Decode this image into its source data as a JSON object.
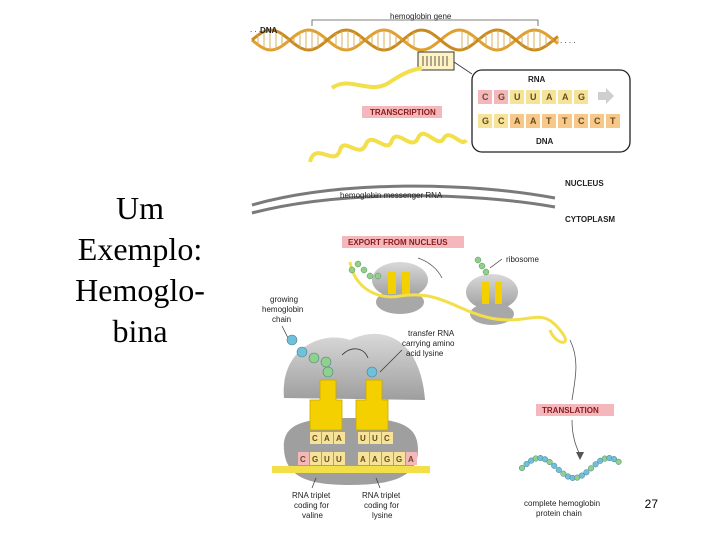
{
  "slide": {
    "title": "Um\nExemplo:\nHemoglo-\nbina",
    "page_number": "27"
  },
  "figure": {
    "labels": {
      "dna": "DNA",
      "hemoglobin_gene": "hemoglobin gene",
      "rna": "RNA",
      "dna_inset": "DNA",
      "transcription": "TRANSCRIPTION",
      "nucleus": "NUCLEUS",
      "cytoplasm": "CYTOPLASM",
      "messenger_rna": "hemoglobin messenger RNA",
      "export": "EXPORT FROM NUCLEUS",
      "ribosome": "ribosome",
      "growing_chain": [
        "growing",
        "hemoglobin",
        "chain"
      ],
      "transfer_rna": [
        "transfer RNA",
        "carrying amino",
        "acid lysine"
      ],
      "translation": "TRANSLATION",
      "triplet_valine": [
        "RNA triplet",
        "coding for",
        "valine"
      ],
      "triplet_lysine": [
        "RNA triplet",
        "coding for",
        "lysine"
      ],
      "complete_chain": [
        "complete hemoglobin",
        "protein chain"
      ]
    },
    "inset_rna_bases": [
      "C",
      "G",
      "U",
      "U",
      "A",
      "A",
      "G"
    ],
    "inset_dna_bases": [
      "G",
      "C",
      "A",
      "A",
      "T",
      "T",
      "C",
      "C",
      "T"
    ],
    "anticodons": [
      "C",
      "A",
      "A",
      "U",
      "U",
      "C"
    ],
    "mrna_codons": [
      "C",
      "G",
      "U",
      "U",
      "A",
      "A",
      "G",
      "G",
      "A"
    ],
    "colors": {
      "dna_strand": "#e0a030",
      "mrna": "#f2df4a",
      "banner": "#f4b8bc",
      "trna": "#f5d000",
      "ribosome": "#bfbfbf",
      "amino_acid": "#6fc0d8",
      "amino_acid_green": "#8fd08a"
    }
  }
}
